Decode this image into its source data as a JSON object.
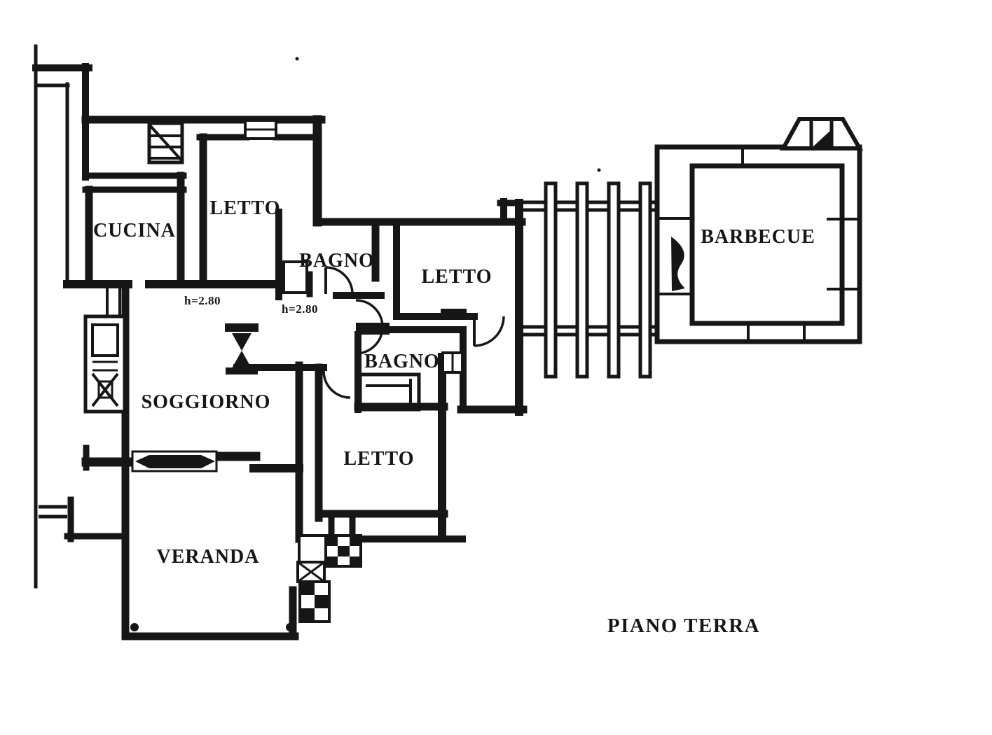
{
  "plan": {
    "title": "PIANO TERRA",
    "rooms": [
      {
        "name": "cucina",
        "label": "CUCINA"
      },
      {
        "name": "letto-nord",
        "label": "LETTO"
      },
      {
        "name": "bagno-nord",
        "label": "BAGNO"
      },
      {
        "name": "letto-est",
        "label": "LETTO"
      },
      {
        "name": "bagno-sud",
        "label": "BAGNO"
      },
      {
        "name": "soggiorno",
        "label": "SOGGIORNO"
      },
      {
        "name": "letto-sud",
        "label": "LETTO"
      },
      {
        "name": "veranda",
        "label": "VERANDA"
      },
      {
        "name": "barbecue",
        "label": "BARBECUE"
      }
    ],
    "annotations": [
      {
        "name": "height-note-1",
        "text": "h=2.80"
      },
      {
        "name": "height-note-2",
        "text": "h=2.80"
      }
    ],
    "colors": {
      "ink": "#161616",
      "paper": "#ffffff"
    }
  }
}
